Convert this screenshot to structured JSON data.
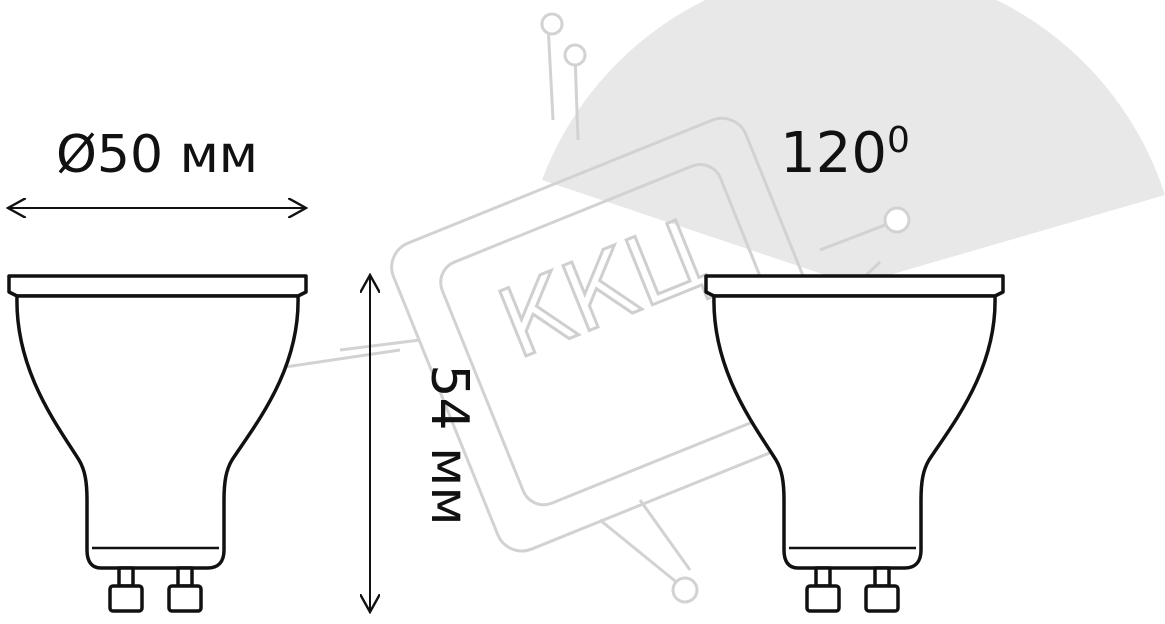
{
  "diameter_label": "Ø50 мм",
  "height_label": "54 мм",
  "angle_label": "120",
  "angle_unit": "0",
  "watermark_text": "ККЦ",
  "colors": {
    "outline": "#111111",
    "beam_fill": "#e8e8e8",
    "watermark": "#d0d0d0",
    "background": "#ffffff"
  }
}
